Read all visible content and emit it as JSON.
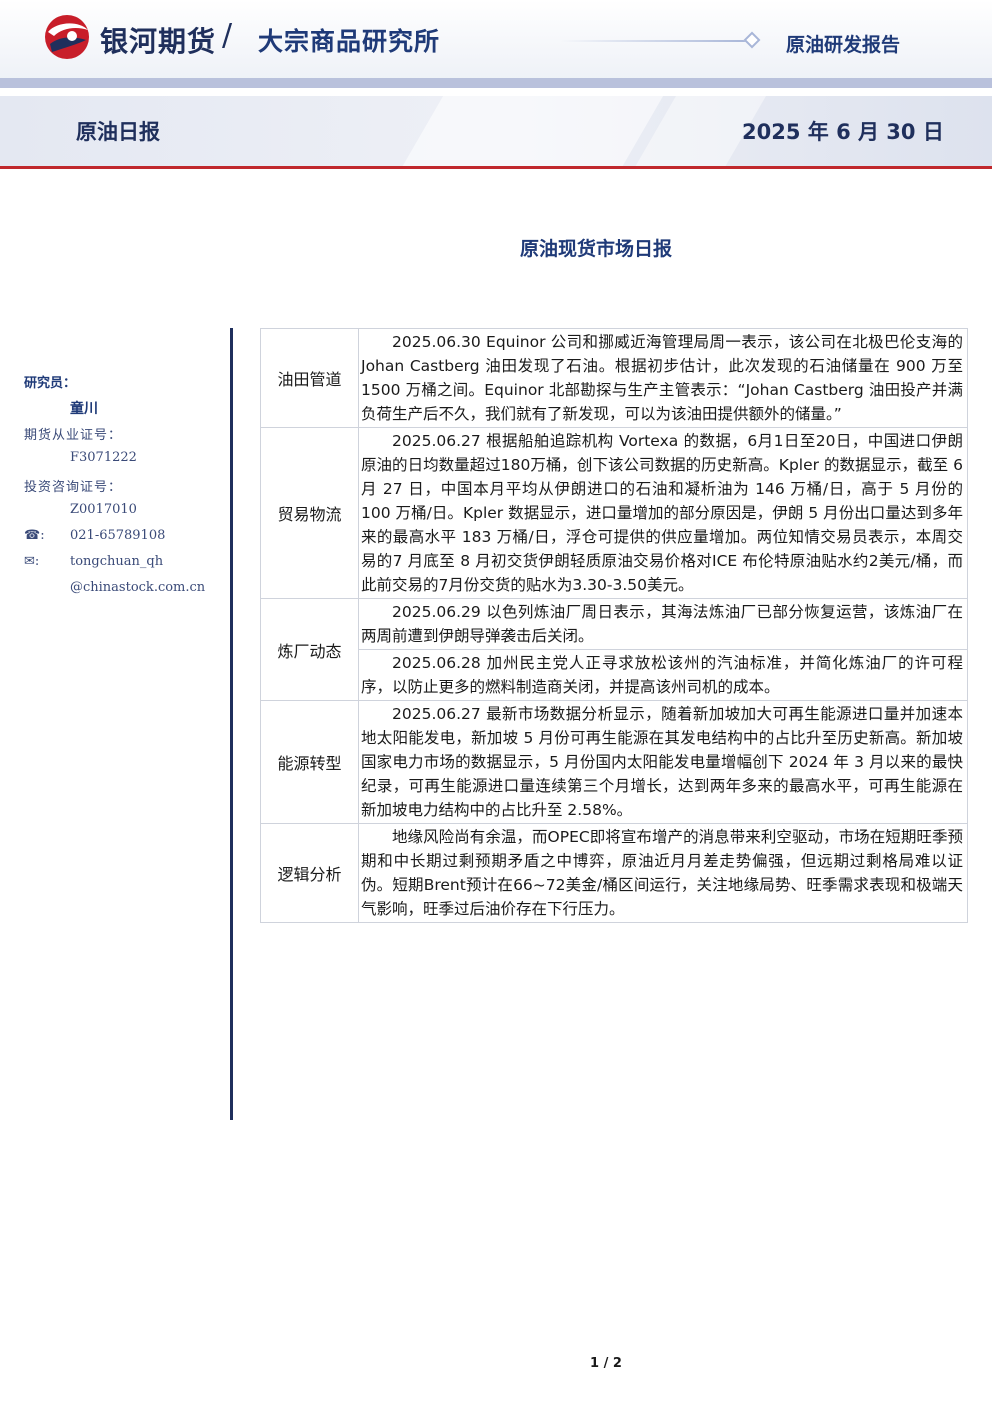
{
  "header": {
    "brand": "银河期货",
    "slash": "/",
    "institute": "大宗商品研究所",
    "report_type": "原油研发报告"
  },
  "subheader": {
    "title": "原油日报",
    "date": "2025 年 6 月 30 日"
  },
  "main_title": "原油现货市场日报",
  "sidebar": {
    "researcher_label": "研究员：",
    "researcher_name": "童川",
    "futures_cert_label": "期货从业证号：",
    "futures_cert": "F3071222",
    "advisory_cert_label": "投资咨询证号：",
    "advisory_cert": "Z0017010",
    "phone_icon": "☎:",
    "phone": "021-65789108",
    "email_icon": "✉:",
    "email_line1": "tongchuan_qh",
    "email_line2": "@chinastock.com.cn"
  },
  "rows": [
    {
      "category": "油田管道",
      "items": [
        "2025.06.30 Equinor 公司和挪威近海管理局周一表示，该公司在北极巴伦支海的 Johan Castberg 油田发现了石油。根据初步估计，此次发现的石油储量在 900 万至 1500 万桶之间。Equinor 北部勘探与生产主管表示：“Johan Castberg 油田投产并满负荷生产后不久，我们就有了新发现，可以为该油田提供额外的储量。”"
      ]
    },
    {
      "category": "贸易物流",
      "items": [
        "2025.06.27 根据船舶追踪机构 Vortexa 的数据，6月1日至20日，中国进口伊朗原油的日均数量超过180万桶，创下该公司数据的历史新高。Kpler 的数据显示，截至 6 月 27 日，中国本月平均从伊朗进口的石油和凝析油为 146 万桶/日，高于 5 月份的 100 万桶/日。Kpler 数据显示，进口量增加的部分原因是，伊朗 5 月份出口量达到多年来的最高水平 183 万桶/日，浮仓可提供的供应量增加。两位知情交易员表示，本周交易的7 月底至 8 月初交货伊朗轻质原油交易价格对ICE 布伦特原油贴水约2美元/桶，而此前交易的7月份交货的贴水为3.30-3.50美元。"
      ]
    },
    {
      "category": "炼厂动态",
      "items": [
        "2025.06.29 以色列炼油厂周日表示，其海法炼油厂已部分恢复运营，该炼油厂在两周前遭到伊朗导弹袭击后关闭。",
        "2025.06.28 加州民主党人正寻求放松该州的汽油标准，并简化炼油厂的许可程序，以防止更多的燃料制造商关闭，并提高该州司机的成本。"
      ]
    },
    {
      "category": "能源转型",
      "items": [
        "2025.06.27 最新市场数据分析显示，随着新加坡加大可再生能源进口量并加速本地太阳能发电，新加坡 5 月份可再生能源在其发电结构中的占比升至历史新高。新加坡国家电力市场的数据显示，5 月份国内太阳能发电量增幅创下 2024 年 3 月以来的最快纪录，可再生能源进口量连续第三个月增长，达到两年多来的最高水平，可再生能源在新加坡电力结构中的占比升至 2.58%。"
      ]
    },
    {
      "category": "逻辑分析",
      "items": [
        "地缘风险尚有余温，而OPEC即将宣布增产的消息带来利空驱动，市场在短期旺季预期和中长期过剩预期矛盾之中博弈，原油近月月差走势偏强，但远期过剩格局难以证伪。短期Brent预计在66~72美金/桶区间运行，关注地缘局势、旺季需求表现和极端天气影响，旺季过后油价存在下行压力。"
      ]
    }
  ],
  "page_number": "1 / 2"
}
